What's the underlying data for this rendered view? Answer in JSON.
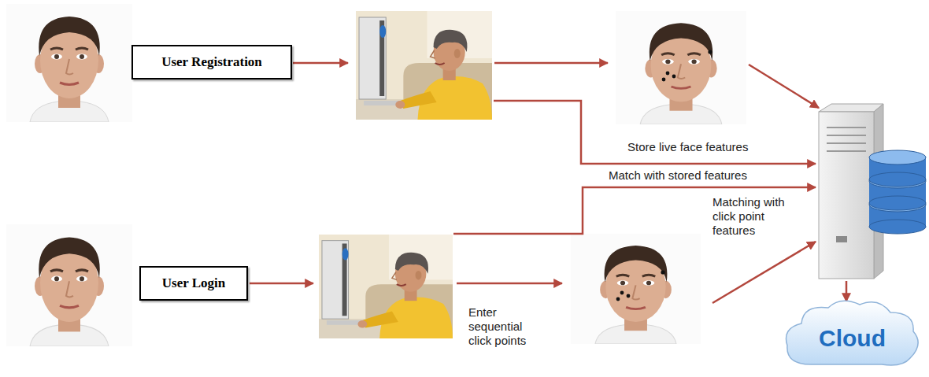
{
  "diagram": {
    "nodes": [
      {
        "text": [
          "User Registration"
        ]
      },
      {
        "text": [
          "User Login"
        ]
      },
      {
        "text": [
          "Cloud"
        ]
      }
    ],
    "labels": [
      "Store live face features",
      "Match with stored features",
      "Matching with click point features",
      "Enter sequential click points"
    ]
  }
}
